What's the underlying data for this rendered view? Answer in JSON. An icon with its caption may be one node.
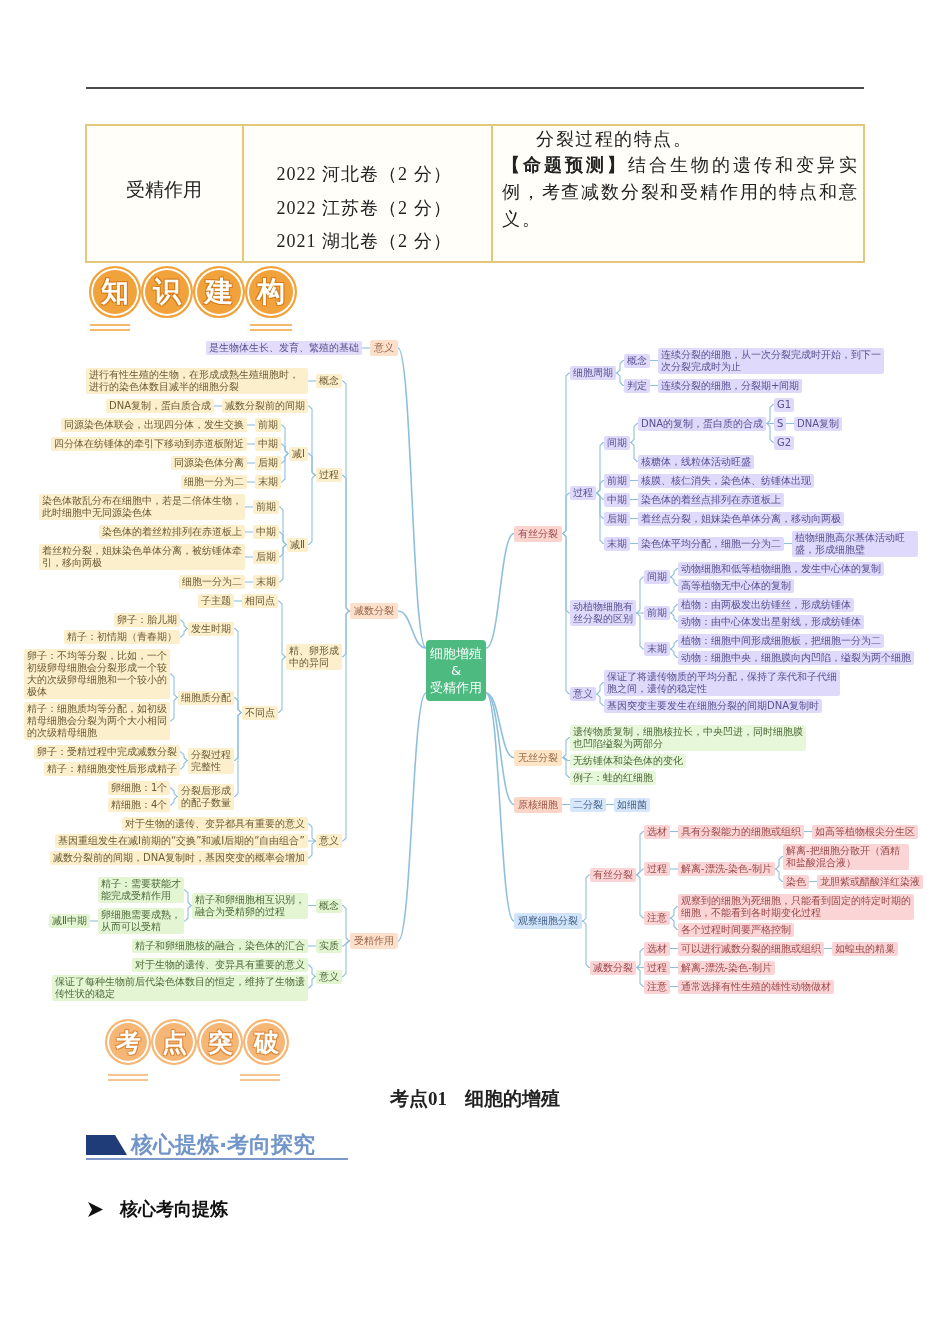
{
  "diagram": {
    "nodes": [
      {
        "text": [
          "知"
        ]
      },
      {
        "text": [
          "识"
        ]
      },
      {
        "text": [
          "建"
        ]
      },
      {
        "text": [
          "构"
        ]
      },
      {
        "text": [
          "细胞增殖 & 受精作用"
        ]
      },
      {
        "text": [
          "意义"
        ]
      },
      {
        "text": [
          "是生物体生长、发育、繁殖的基础"
        ]
      },
      {
        "text": [
          "减数分裂"
        ]
      },
      {
        "text": [
          "概念"
        ]
      },
      {
        "text": [
          "进行有性生殖的生物，在形成成熟生殖细胞时，进行的染色体数目减半的细胞分裂"
        ]
      },
      {
        "text": [
          "过程"
        ]
      },
      {
        "text": [
          "减数分裂前的间期"
        ]
      },
      {
        "text": [
          "DNA复制，蛋白质合成"
        ]
      },
      {
        "text": [
          "减Ⅰ"
        ]
      },
      {
        "text": [
          "前期"
        ]
      },
      {
        "text": [
          "同源染色体联会，出现四分体，发生交换"
        ]
      },
      {
        "text": [
          "中期"
        ]
      },
      {
        "text": [
          "四分体在纺锤体的牵引下移动到赤道板附近"
        ]
      },
      {
        "text": [
          "后期"
        ]
      },
      {
        "text": [
          "同源染色体分离"
        ]
      },
      {
        "text": [
          "末期"
        ]
      },
      {
        "text": [
          "细胞一分为二"
        ]
      },
      {
        "text": [
          "减Ⅱ"
        ]
      },
      {
        "text": [
          "前期"
        ]
      },
      {
        "text": [
          "染色体散乱分布在细胞中，若是二倍体生物，此时细胞中无同源染色体"
        ]
      },
      {
        "text": [
          "中期"
        ]
      },
      {
        "text": [
          "染色体的着丝粒排列在赤道板上"
        ]
      },
      {
        "text": [
          "后期"
        ]
      },
      {
        "text": [
          "着丝粒分裂，姐妹染色单体分离，被纺锤体牵引，移向两极"
        ]
      },
      {
        "text": [
          "末期"
        ]
      },
      {
        "text": [
          "细胞一分为二"
        ]
      },
      {
        "text": [
          "精、卵形成中的异同"
        ]
      },
      {
        "text": [
          "相同点"
        ]
      },
      {
        "text": [
          "子主题"
        ]
      },
      {
        "text": [
          "不同点"
        ]
      },
      {
        "text": [
          "发生时期"
        ]
      },
      {
        "text": [
          "卵子：胎儿期"
        ]
      },
      {
        "text": [
          "精子：初情期（青春期）"
        ]
      },
      {
        "text": [
          "细胞质分配"
        ]
      },
      {
        "text": [
          "卵子：不均等分裂，比如，一个初级卵母细胞会分裂形成一个较大的次级卵母细胞和一个较小的极体"
        ]
      },
      {
        "text": [
          "精子：细胞质均等分配，如初级精母细胞会分裂为两个大小相同的次级精母细胞"
        ]
      },
      {
        "text": [
          "分裂过程完整性"
        ]
      },
      {
        "text": [
          "卵子：受精过程中完成减数分裂"
        ]
      },
      {
        "text": [
          "精子：精细胞变性后形成精子"
        ]
      },
      {
        "text": [
          "分裂后形成的配子数量"
        ]
      },
      {
        "text": [
          "卵细胞：1个"
        ]
      },
      {
        "text": [
          "精细胞：4个"
        ]
      },
      {
        "text": [
          "意义"
        ]
      },
      {
        "text": [
          "对于生物的遗传、变异都具有重要的意义"
        ]
      },
      {
        "text": [
          "基因重组发生在减Ⅰ前期的“交换”和减Ⅰ后期的“自由组合”"
        ]
      },
      {
        "text": [
          "减数分裂前的间期，DNA复制时，基因突变的概率会增加"
        ]
      },
      {
        "text": [
          "受精作用"
        ]
      },
      {
        "text": [
          "概念"
        ]
      },
      {
        "text": [
          "精子和卵细胞相互识别，融合为受精卵的过程"
        ]
      },
      {
        "text": [
          "精子：需要获能才能完成受精作用"
        ]
      },
      {
        "text": [
          "卵细胞需要成熟，从而可以受精"
        ]
      },
      {
        "text": [
          "减Ⅱ中期"
        ]
      },
      {
        "text": [
          "实质"
        ]
      },
      {
        "text": [
          "精子和卵细胞核的融合，染色体的汇合"
        ]
      },
      {
        "text": [
          "意义"
        ]
      },
      {
        "text": [
          "对于生物的遗传、变异具有重要的意义"
        ]
      },
      {
        "text": [
          "保证了每种生物前后代染色体数目的恒定，维持了生物遗传性状的稳定"
        ]
      },
      {
        "text": [
          "有丝分裂"
        ]
      },
      {
        "text": [
          "细胞周期"
        ]
      },
      {
        "text": [
          "概念"
        ]
      },
      {
        "text": [
          "连续分裂的细胞，从一次分裂完成时开始，到下一次分裂完成时为止"
        ]
      },
      {
        "text": [
          "判定"
        ]
      },
      {
        "text": [
          "连续分裂的细胞，分裂期+间期"
        ]
      },
      {
        "text": [
          "过程"
        ]
      },
      {
        "text": [
          "间期"
        ]
      },
      {
        "text": [
          "DNA的复制，蛋白质的合成"
        ]
      },
      {
        "text": [
          "G1"
        ]
      },
      {
        "text": [
          "S"
        ]
      },
      {
        "text": [
          "DNA复制"
        ]
      },
      {
        "text": [
          "G2"
        ]
      },
      {
        "text": [
          "核糖体，线粒体活动旺盛"
        ]
      },
      {
        "text": [
          "前期"
        ]
      },
      {
        "text": [
          "核膜、核仁消失，染色体、纺锤体出现"
        ]
      },
      {
        "text": [
          "中期"
        ]
      },
      {
        "text": [
          "染色体的着丝点排列在赤道板上"
        ]
      },
      {
        "text": [
          "后期"
        ]
      },
      {
        "text": [
          "着丝点分裂，姐妹染色单体分离，移动向两极"
        ]
      },
      {
        "text": [
          "末期"
        ]
      },
      {
        "text": [
          "染色体平均分配，细胞一分为二"
        ]
      },
      {
        "text": [
          "植物细胞高尔基体活动旺盛，形成细胞壁"
        ]
      },
      {
        "text": [
          "动植物细胞有丝分裂的区别"
        ]
      },
      {
        "text": [
          "间期"
        ]
      },
      {
        "text": [
          "动物细胞和低等植物细胞，发生中心体的复制"
        ]
      },
      {
        "text": [
          "高等植物无中心体的复制"
        ]
      },
      {
        "text": [
          "前期"
        ]
      },
      {
        "text": [
          "植物：由两极发出纺锤丝，形成纺锤体"
        ]
      },
      {
        "text": [
          "动物：由中心体发出星射线，形成纺锤体"
        ]
      },
      {
        "text": [
          "末期"
        ]
      },
      {
        "text": [
          "植物：细胞中间形成细胞板，把细胞一分为二"
        ]
      },
      {
        "text": [
          "动物：细胞中央，细胞膜向内凹陷，缢裂为两个细胞"
        ]
      },
      {
        "text": [
          "意义"
        ]
      },
      {
        "text": [
          "保证了将遗传物质的平均分配，保持了亲代和子代细胞之间，遗传的稳定性"
        ]
      },
      {
        "text": [
          "基因突变主要发生在细胞分裂的间期DNA复制时"
        ]
      },
      {
        "text": [
          "无丝分裂"
        ]
      },
      {
        "text": [
          "遗传物质复制，细胞核拉长，中央凹进，同时细胞膜也凹陷缢裂为两部分"
        ]
      },
      {
        "text": [
          "无纺锤体和染色体的变化"
        ]
      },
      {
        "text": [
          "例子：蛙的红细胞"
        ]
      },
      {
        "text": [
          "原核细胞"
        ]
      },
      {
        "text": [
          "二分裂"
        ]
      },
      {
        "text": [
          "如细菌"
        ]
      },
      {
        "text": [
          "观察细胞分裂"
        ]
      },
      {
        "text": [
          "有丝分裂"
        ]
      },
      {
        "text": [
          "选材"
        ]
      },
      {
        "text": [
          "具有分裂能力的细胞或组织"
        ]
      },
      {
        "text": [
          "如高等植物根尖分生区"
        ]
      },
      {
        "text": [
          "过程"
        ]
      },
      {
        "text": [
          "解离-漂洗-染色-制片"
        ]
      },
      {
        "text": [
          "解离-把细胞分散开（酒精和盐酸混合液）"
        ]
      },
      {
        "text": [
          "染色"
        ]
      },
      {
        "text": [
          "龙胆紫或醋酸洋红染液"
        ]
      },
      {
        "text": [
          "注意"
        ]
      },
      {
        "text": [
          "观察到的细胞为死细胞，只能看到固定的特定时期的细胞，不能看到各时期变化过程"
        ]
      },
      {
        "text": [
          "各个过程时间要严格控制"
        ]
      },
      {
        "text": [
          "减数分裂"
        ]
      },
      {
        "text": [
          "选材"
        ]
      },
      {
        "text": [
          "可以进行减数分裂的细胞或组织"
        ]
      },
      {
        "text": [
          "如蝗虫的精巢"
        ]
      },
      {
        "text": [
          "过程"
        ]
      },
      {
        "text": [
          "解离-漂洗-染色-制片"
        ]
      },
      {
        "text": [
          "注意"
        ]
      },
      {
        "text": [
          "通常选择有性生殖的雄性动物做材"
        ]
      },
      {
        "text": [
          "考"
        ]
      },
      {
        "text": [
          "点"
        ]
      },
      {
        "text": [
          "突"
        ]
      },
      {
        "text": [
          "破"
        ]
      }
    ],
    "edges": [
      {
        "from": 4,
        "to": 5,
        "arrow": "none"
      },
      {
        "from": 5,
        "to": 6,
        "arrow": "none"
      },
      {
        "from": 4,
        "to": 7,
        "arrow": "none"
      },
      {
        "from": 7,
        "to": 8,
        "arrow": "none"
      },
      {
        "from": 8,
        "to": 9,
        "arrow": "none"
      },
      {
        "from": 7,
        "to": 10,
        "arrow": "none"
      },
      {
        "from": 10,
        "to": 11,
        "arrow": "none"
      },
      {
        "from": 11,
        "to": 12,
        "arrow": "none"
      },
      {
        "from": 10,
        "to": 13,
        "arrow": "none"
      },
      {
        "from": 13,
        "to": 14,
        "arrow": "none"
      },
      {
        "from": 14,
        "to": 15,
        "arrow": "none"
      },
      {
        "from": 13,
        "to": 16,
        "arrow": "none"
      },
      {
        "from": 16,
        "to": 17,
        "arrow": "none"
      },
      {
        "from": 13,
        "to": 18,
        "arrow": "none"
      },
      {
        "from": 18,
        "to": 19,
        "arrow": "none"
      },
      {
        "from": 13,
        "to": 20,
        "arrow": "none"
      },
      {
        "from": 20,
        "to": 21,
        "arrow": "none"
      },
      {
        "from": 10,
        "to": 22,
        "arrow": "none"
      },
      {
        "from": 22,
        "to": 23,
        "arrow": "none"
      },
      {
        "from": 23,
        "to": 24,
        "arrow": "none"
      },
      {
        "from": 22,
        "to": 25,
        "arrow": "none"
      },
      {
        "from": 25,
        "to": 26,
        "arrow": "none"
      },
      {
        "from": 22,
        "to": 27,
        "arrow": "none"
      },
      {
        "from": 27,
        "to": 28,
        "arrow": "none"
      },
      {
        "from": 22,
        "to": 29,
        "arrow": "none"
      },
      {
        "from": 29,
        "to": 30,
        "arrow": "none"
      },
      {
        "from": 7,
        "to": 31,
        "arrow": "none"
      },
      {
        "from": 31,
        "to": 32,
        "arrow": "none"
      },
      {
        "from": 32,
        "to": 33,
        "arrow": "none"
      },
      {
        "from": 31,
        "to": 34,
        "arrow": "none"
      },
      {
        "from": 34,
        "to": 35,
        "arrow": "none"
      },
      {
        "from": 35,
        "to": 36,
        "arrow": "none"
      },
      {
        "from": 35,
        "to": 37,
        "arrow": "none"
      },
      {
        "from": 34,
        "to": 38,
        "arrow": "none"
      },
      {
        "from": 38,
        "to": 39,
        "arrow": "none"
      },
      {
        "from": 38,
        "to": 40,
        "arrow": "none"
      },
      {
        "from": 34,
        "to": 41,
        "arrow": "none"
      },
      {
        "from": 41,
        "to": 42,
        "arrow": "none"
      },
      {
        "from": 41,
        "to": 43,
        "arrow": "none"
      },
      {
        "from": 34,
        "to": 44,
        "arrow": "none"
      },
      {
        "from": 44,
        "to": 45,
        "arrow": "none"
      },
      {
        "from": 44,
        "to": 46,
        "arrow": "none"
      },
      {
        "from": 7,
        "to": 47,
        "arrow": "none"
      },
      {
        "from": 47,
        "to": 48,
        "arrow": "none"
      },
      {
        "from": 47,
        "to": 49,
        "arrow": "none"
      },
      {
        "from": 47,
        "to": 50,
        "arrow": "none"
      },
      {
        "from": 4,
        "to": 51,
        "arrow": "none"
      },
      {
        "from": 51,
        "to": 52,
        "arrow": "none"
      },
      {
        "from": 52,
        "to": 53,
        "arrow": "none"
      },
      {
        "from": 53,
        "to": 54,
        "arrow": "none"
      },
      {
        "from": 53,
        "to": 55,
        "arrow": "none"
      },
      {
        "from": 55,
        "to": 56,
        "arrow": "none"
      },
      {
        "from": 51,
        "to": 57,
        "arrow": "none"
      },
      {
        "from": 57,
        "to": 58,
        "arrow": "none"
      },
      {
        "from": 51,
        "to": 59,
        "arrow": "none"
      },
      {
        "from": 59,
        "to": 60,
        "arrow": "none"
      },
      {
        "from": 59,
        "to": 61,
        "arrow": "none"
      },
      {
        "from": 4,
        "to": 62,
        "arrow": "none"
      },
      {
        "from": 62,
        "to": 63,
        "arrow": "none"
      },
      {
        "from": 63,
        "to": 64,
        "arrow": "none"
      },
      {
        "from": 64,
        "to": 65,
        "arrow": "none"
      },
      {
        "from": 63,
        "to": 66,
        "arrow": "none"
      },
      {
        "from": 66,
        "to": 67,
        "arrow": "none"
      },
      {
        "from": 62,
        "to": 68,
        "arrow": "none"
      },
      {
        "from": 68,
        "to": 69,
        "arrow": "none"
      },
      {
        "from": 69,
        "to": 70,
        "arrow": "none"
      },
      {
        "from": 70,
        "to": 71,
        "arrow": "none"
      },
      {
        "from": 70,
        "to": 72,
        "arrow": "none"
      },
      {
        "from": 72,
        "to": 73,
        "arrow": "none"
      },
      {
        "from": 70,
        "to": 74,
        "arrow": "none"
      },
      {
        "from": 69,
        "to": 75,
        "arrow": "none"
      },
      {
        "from": 68,
        "to": 76,
        "arrow": "none"
      },
      {
        "from": 76,
        "to": 77,
        "arrow": "none"
      },
      {
        "from": 68,
        "to": 78,
        "arrow": "none"
      },
      {
        "from": 78,
        "to": 79,
        "arrow": "none"
      },
      {
        "from": 68,
        "to": 80,
        "arrow": "none"
      },
      {
        "from": 80,
        "to": 81,
        "arrow": "none"
      },
      {
        "from": 68,
        "to": 82,
        "arrow": "none"
      },
      {
        "from": 82,
        "to": 83,
        "arrow": "none"
      },
      {
        "from": 83,
        "to": 84,
        "arrow": "none"
      },
      {
        "from": 62,
        "to": 85,
        "arrow": "none"
      },
      {
        "from": 85,
        "to": 86,
        "arrow": "none"
      },
      {
        "from": 86,
        "to": 87,
        "arrow": "none"
      },
      {
        "from": 86,
        "to": 88,
        "arrow": "none"
      },
      {
        "from": 85,
        "to": 89,
        "arrow": "none"
      },
      {
        "from": 89,
        "to": 90,
        "arrow": "none"
      },
      {
        "from": 89,
        "to": 91,
        "arrow": "none"
      },
      {
        "from": 85,
        "to": 92,
        "arrow": "none"
      },
      {
        "from": 92,
        "to": 93,
        "arrow": "none"
      },
      {
        "from": 92,
        "to": 94,
        "arrow": "none"
      },
      {
        "from": 62,
        "to": 95,
        "arrow": "none"
      },
      {
        "from": 95,
        "to": 96,
        "arrow": "none"
      },
      {
        "from": 95,
        "to": 97,
        "arrow": "none"
      },
      {
        "from": 4,
        "to": 98,
        "arrow": "none"
      },
      {
        "from": 98,
        "to": 99,
        "arrow": "none"
      },
      {
        "from": 98,
        "to": 100,
        "arrow": "none"
      },
      {
        "from": 98,
        "to": 101,
        "arrow": "none"
      },
      {
        "from": 4,
        "to": 102,
        "arrow": "none"
      },
      {
        "from": 102,
        "to": 103,
        "arrow": "none"
      },
      {
        "from": 103,
        "to": 104,
        "arrow": "none"
      },
      {
        "from": 4,
        "to": 105,
        "arrow": "none"
      },
      {
        "from": 105,
        "to": 106,
        "arrow": "none"
      },
      {
        "from": 106,
        "to": 107,
        "arrow": "none"
      },
      {
        "from": 107,
        "to": 108,
        "arrow": "none"
      },
      {
        "from": 108,
        "to": 109,
        "arrow": "none"
      },
      {
        "from": 106,
        "to": 110,
        "arrow": "none"
      },
      {
        "from": 110,
        "to": 111,
        "arrow": "none"
      },
      {
        "from": 111,
        "to": 112,
        "arrow": "none"
      },
      {
        "from": 111,
        "to": 113,
        "arrow": "none"
      },
      {
        "from": 113,
        "to": 114,
        "arrow": "none"
      },
      {
        "from": 106,
        "to": 115,
        "arrow": "none"
      },
      {
        "from": 115,
        "to": 116,
        "arrow": "none"
      },
      {
        "from": 115,
        "to": 117,
        "arrow": "none"
      },
      {
        "from": 105,
        "to": 118,
        "arrow": "none"
      },
      {
        "from": 118,
        "to": 119,
        "arrow": "none"
      },
      {
        "from": 119,
        "to": 120,
        "arrow": "none"
      },
      {
        "from": 120,
        "to": 121,
        "arrow": "none"
      },
      {
        "from": 118,
        "to": 122,
        "arrow": "none"
      },
      {
        "from": 122,
        "to": 123,
        "arrow": "none"
      },
      {
        "from": 118,
        "to": 124,
        "arrow": "none"
      },
      {
        "from": 124,
        "to": 125,
        "arrow": "none"
      }
    ],
    "labels": [
      "受精作用",
      "2022 河北卷（2 分）",
      "2022 江苏卷（2 分）",
      "2021 湖北卷（2 分）",
      "分裂过程的特点。",
      "**【命题预测】**结合生物的遗传和变异实例，考查减数分裂和受精作用的特点和意义。",
      "考点01 细胞的增殖",
      "核心提炼·考向探究",
      "核心考向提炼"
    ]
  }
}
